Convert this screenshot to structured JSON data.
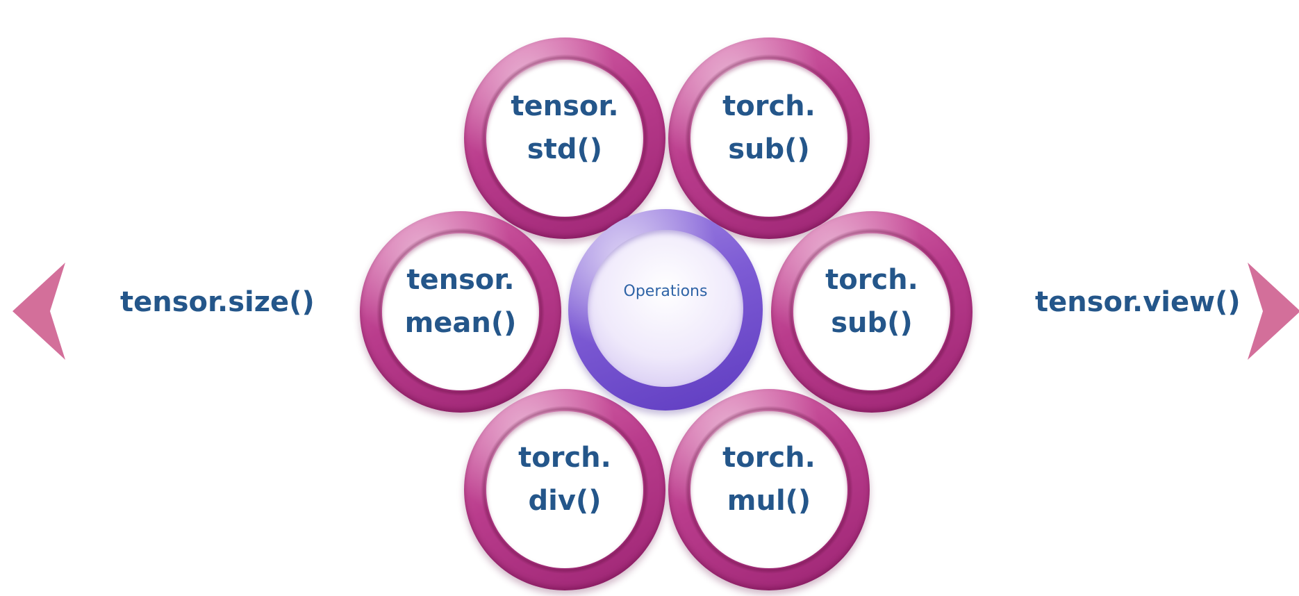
{
  "center": {
    "label": "Operations"
  },
  "nodes": [
    {
      "label": "tensor.\nstd()"
    },
    {
      "label": "torch.\nsub()"
    },
    {
      "label": "tensor.\nmean()"
    },
    {
      "label": "torch.\nsub()"
    },
    {
      "label": "torch.\ndiv()"
    },
    {
      "label": "torch.\nmul()"
    }
  ],
  "left": {
    "label": "tensor.size()",
    "arrow_icon": "chevron-left-icon"
  },
  "right": {
    "label": "tensor.view()",
    "arrow_icon": "chevron-right-icon"
  },
  "colors": {
    "ring": "#b93c8c",
    "center": "#7d5bd4",
    "text": "#24568a",
    "arrow": "#d36f9a"
  }
}
